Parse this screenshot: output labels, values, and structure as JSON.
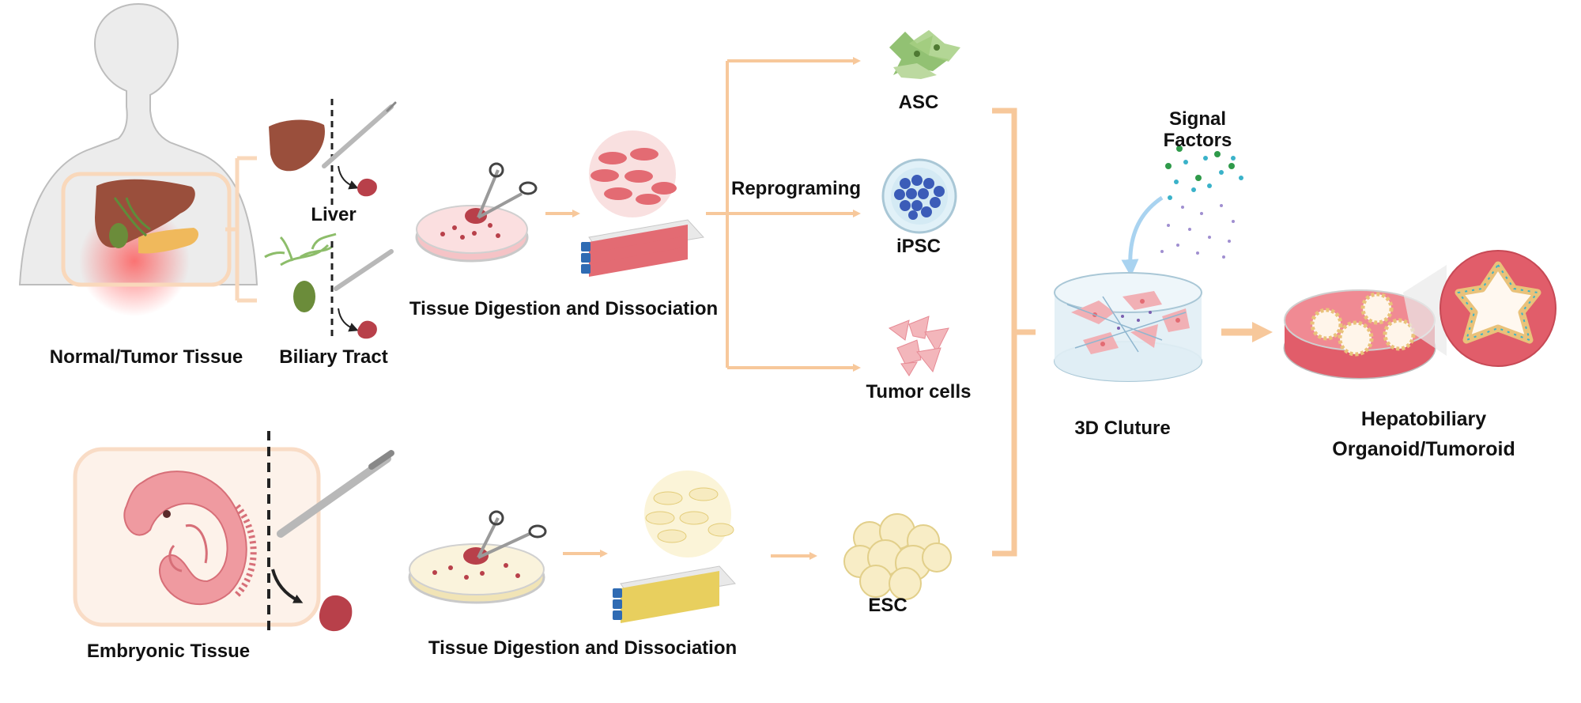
{
  "labels": {
    "normal_tumor": "Normal/Tumor Tissue",
    "liver": "Liver",
    "biliary": "Biliary Tract",
    "embryonic": "Embryonic Tissue",
    "digestion_top": "Tissue Digestion and Dissociation",
    "digestion_bottom": "Tissue Digestion and Dissociation",
    "reprograming": "Reprograming",
    "asc": "ASC",
    "ipsc": "iPSC",
    "tumor_cells": "Tumor cells",
    "esc": "ESC",
    "signal_line1": "Signal",
    "signal_line2": "Factors",
    "culture_3d": "3D Cluture",
    "organoid_line1": "Hepatobiliary",
    "organoid_line2": "Organoid/Tumoroid"
  },
  "colors": {
    "arrow": "#f7c89b",
    "skin": "#ececec",
    "liver": "#9a4f3c",
    "dish_pink": "#f5c3c6",
    "dish_yellow": "#f7eec7",
    "tissue_piece": "#b8404a",
    "embryo": "#ef9aa0",
    "flask_red": "#e36b73",
    "flask_yellow": "#e8cf5e",
    "ipsc_blue": "#3b5cb8",
    "asc_green": "#7fb65b",
    "organoid_red": "#e15d6a"
  }
}
